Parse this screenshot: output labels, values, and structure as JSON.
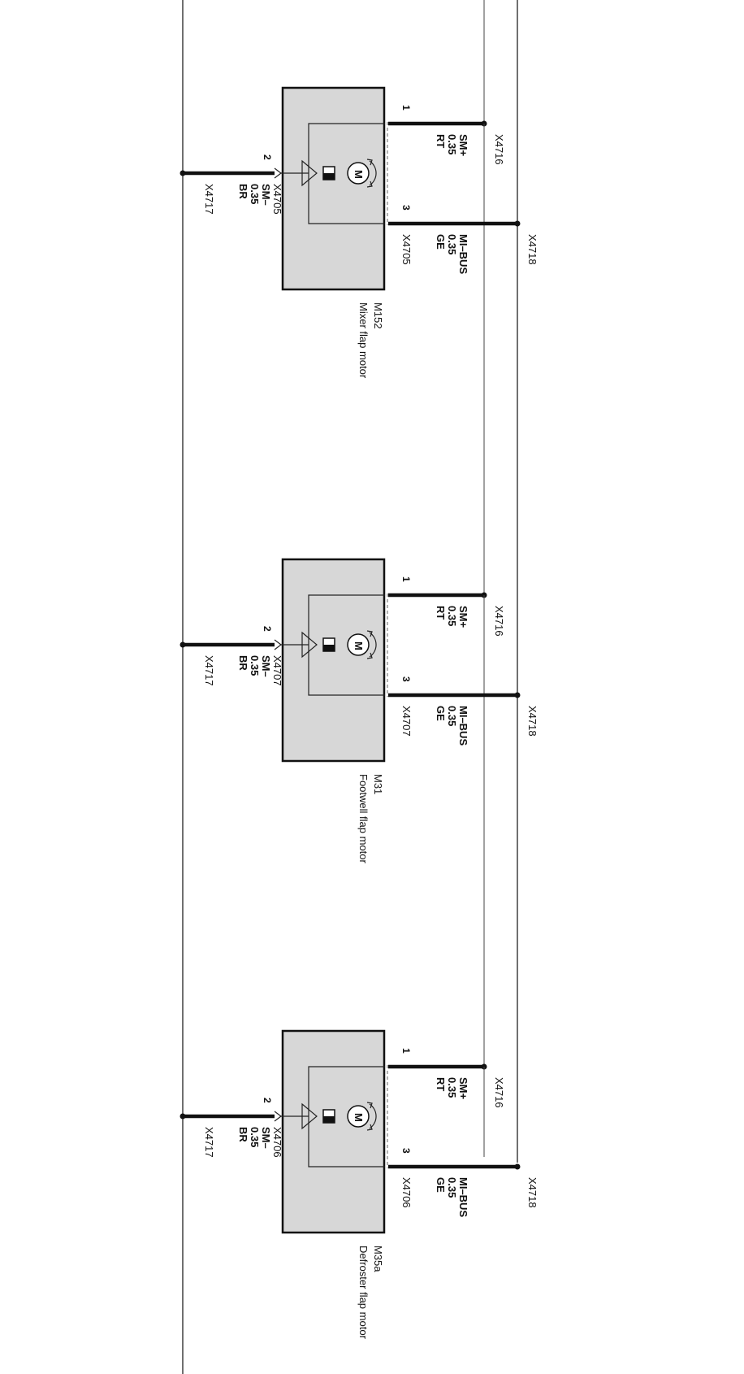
{
  "connectors": {
    "left_bus": "X4717",
    "right_bus_a": "X4716",
    "right_bus_b": "X4718"
  },
  "motors": [
    {
      "id": "M152",
      "name": "Mixer flap motor",
      "local_connector": "X4705",
      "pins": {
        "p1": "1",
        "p2": "2",
        "p3": "3"
      },
      "wire_p1": [
        "SM+",
        "0.35",
        "RT"
      ],
      "wire_p2": [
        "SM–",
        "0.35",
        "BR"
      ],
      "wire_p3": [
        "MI–BUS",
        "0.35",
        "GE"
      ],
      "motor_symbol": "M"
    },
    {
      "id": "M31",
      "name": "Footwell flap motor",
      "local_connector": "X4707",
      "pins": {
        "p1": "1",
        "p2": "2",
        "p3": "3"
      },
      "wire_p1": [
        "SM+",
        "0.35",
        "RT"
      ],
      "wire_p2": [
        "SM–",
        "0.35",
        "BR"
      ],
      "wire_p3": [
        "MI–BUS",
        "0.35",
        "GE"
      ],
      "motor_symbol": "M"
    },
    {
      "id": "M35a",
      "name": "Defroster flap motor",
      "local_connector": "X4706",
      "pins": {
        "p1": "1",
        "p2": "2",
        "p3": "3"
      },
      "wire_p1": [
        "SM+",
        "0.35",
        "RT"
      ],
      "wire_p2": [
        "SM–",
        "0.35",
        "BR"
      ],
      "wire_p3": [
        "MI–BUS",
        "0.35",
        "GE"
      ],
      "motor_symbol": "M"
    }
  ]
}
